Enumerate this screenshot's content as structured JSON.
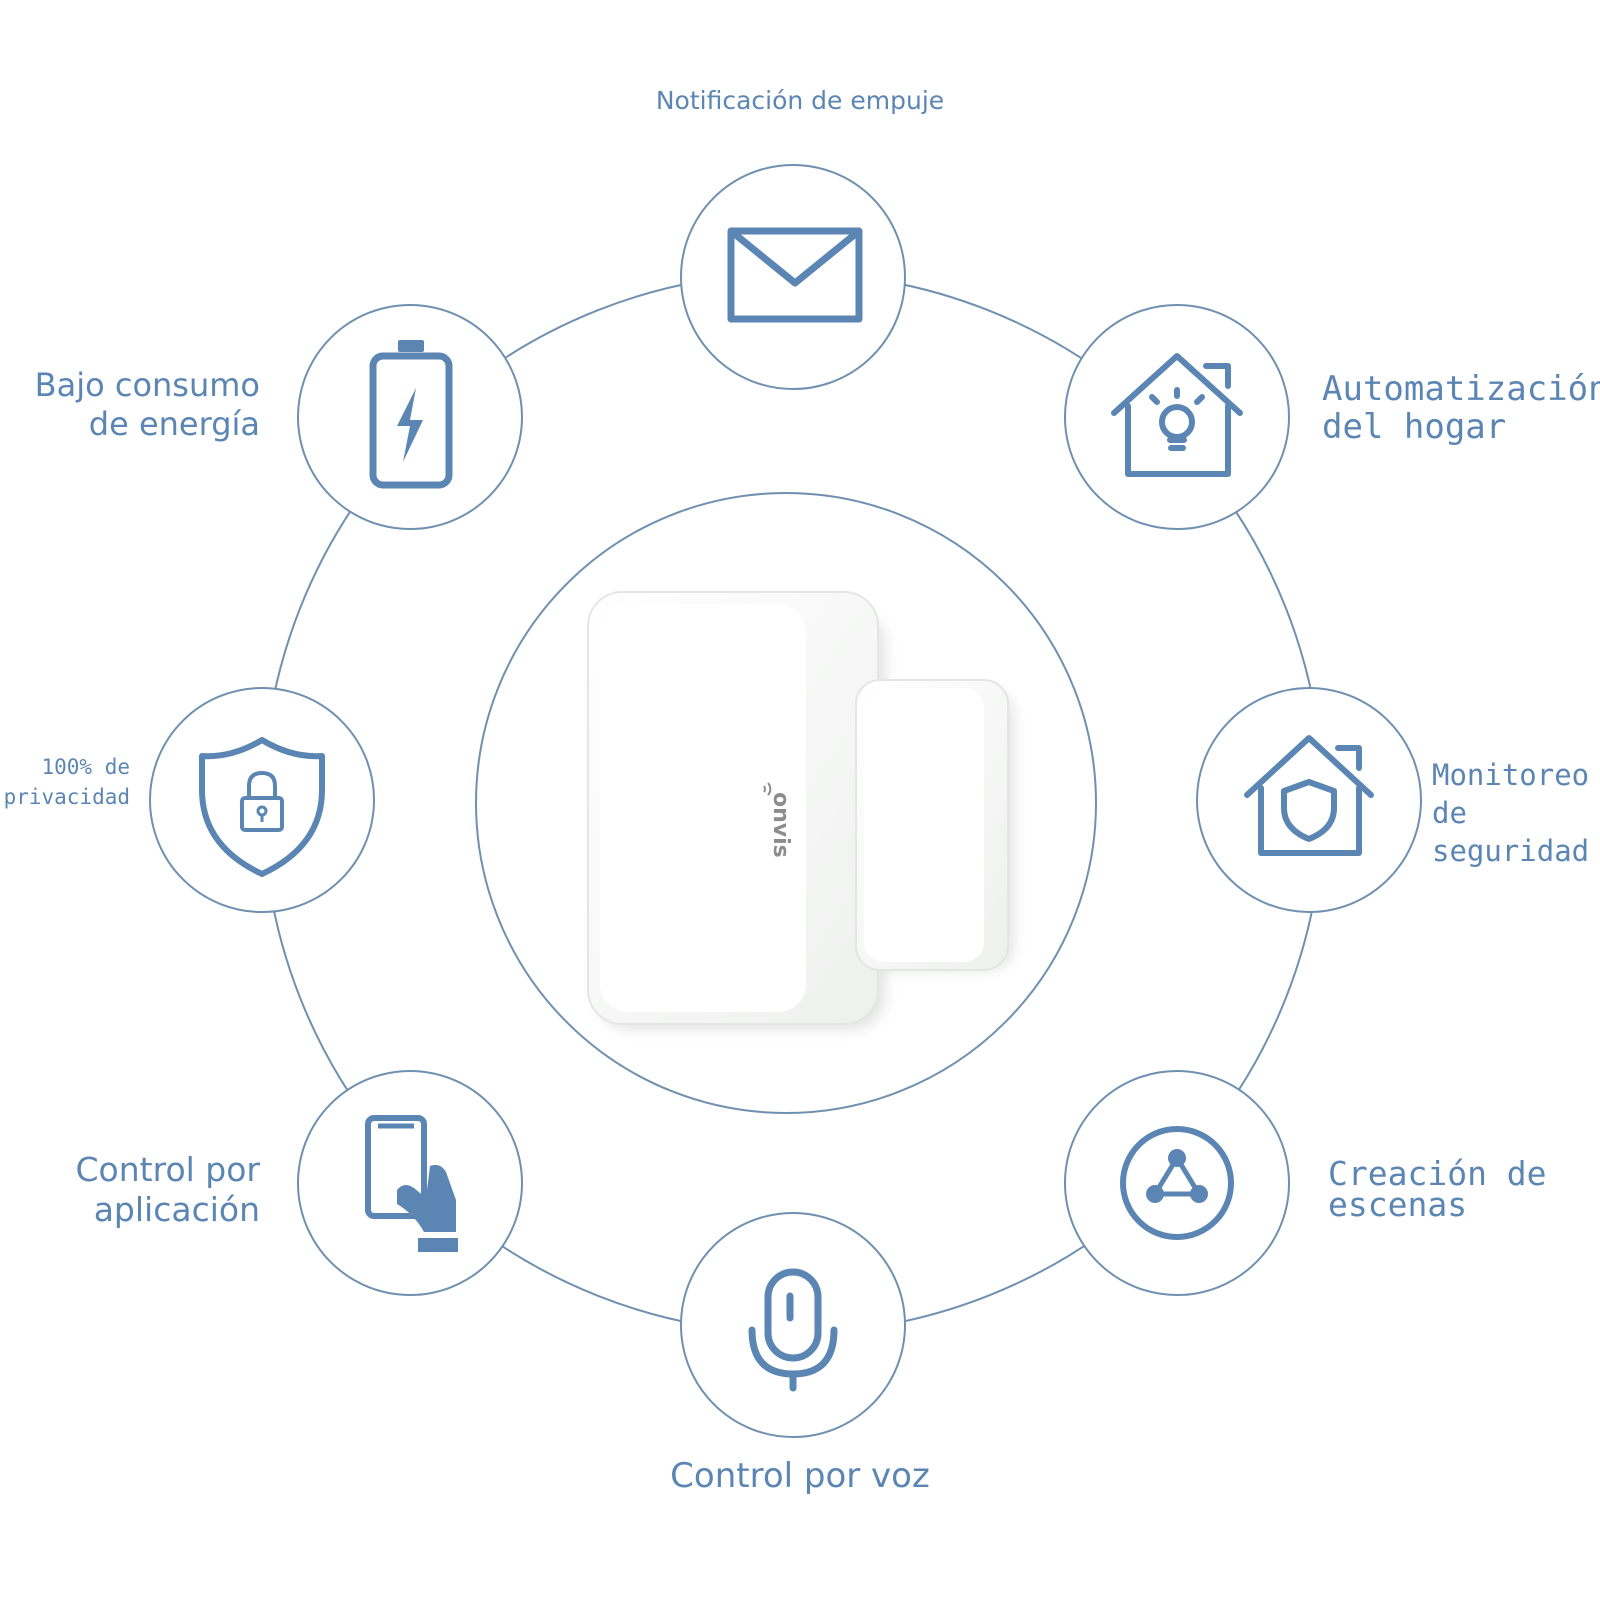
{
  "colors": {
    "accent": "#5b86b4",
    "ring_stroke": "#6f90b0",
    "device_body": "#ffffff"
  },
  "features": {
    "push_notification": {
      "lines": [
        "Notificación de empuje"
      ],
      "icon": "envelope-icon"
    },
    "home_automation": {
      "lines": [
        "Automatización",
        "del hogar"
      ],
      "icon": "house-bulb-icon"
    },
    "security_monitoring": {
      "lines": [
        "Monitoreo",
        "de",
        "seguridad"
      ],
      "icon": "house-shield-icon"
    },
    "scene_creation": {
      "lines": [
        "Creación de",
        "escenas"
      ],
      "icon": "scene-network-icon"
    },
    "voice_control": {
      "lines": [
        "Control por voz"
      ],
      "icon": "microphone-icon"
    },
    "app_control": {
      "lines": [
        "Control por",
        "aplicación"
      ],
      "icon": "phone-hand-icon"
    },
    "privacy": {
      "lines": [
        "100% de",
        "privacidad"
      ],
      "icon": "shield-lock-icon"
    },
    "low_energy": {
      "lines": [
        "Bajo consumo",
        "de energía"
      ],
      "icon": "battery-bolt-icon"
    }
  },
  "device": {
    "brand": "onvis"
  }
}
